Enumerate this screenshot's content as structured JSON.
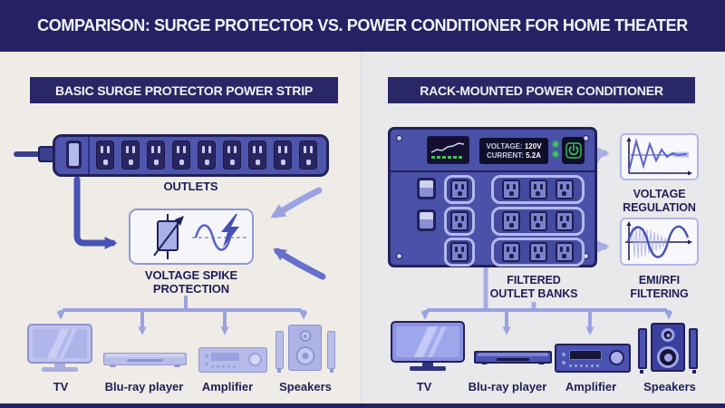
{
  "title": "COMPARISON: SURGE PROTECTOR VS. POWER CONDITIONER FOR HOME THEATER",
  "left_panel": {
    "header": "BASIC SURGE PROTECTOR POWER STRIP",
    "outlets_label": "OUTLETS",
    "protection_label": "VOLTAGE SPIKE\nPROTECTION",
    "devices": [
      "TV",
      "Blu-ray player",
      "Amplifier",
      "Speakers"
    ]
  },
  "right_panel": {
    "header": "RACK-MOUNTED POWER CONDITIONER",
    "display": {
      "voltage_label": "VOLTAGE:",
      "voltage_value": "120V",
      "current_label": "CURRENT:",
      "current_value": "5.2A"
    },
    "banks_label": "FILTERED\nOUTLET BANKS",
    "regulation_label": "VOLTAGE\nREGULATION",
    "emi_label": "EMI/RFI\nFILTERING",
    "devices": [
      "TV",
      "Blu-ray player",
      "Amplifier",
      "Speakers"
    ]
  },
  "icons": {
    "power_button": "power-symbol",
    "protection_symbols": [
      "varistor",
      "sine-wave-with-lightning-bolt"
    ],
    "meter": "rising-line-with-green-bars"
  },
  "colors": {
    "banner": "#252163",
    "panel_left_bg": "#EFECE7",
    "panel_right_bg": "#E9E8EB",
    "hardware_body": "#4E55AC",
    "outline_navy": "#22205A",
    "connector_light": "#A6ADE3",
    "connector_bold": "#4853B6",
    "device_light": "#BCC1EC",
    "device_bold": "#4A53B2",
    "led_green": "#3EC257",
    "display_bg": "#0F0E2A",
    "label_text": "#201E56"
  }
}
